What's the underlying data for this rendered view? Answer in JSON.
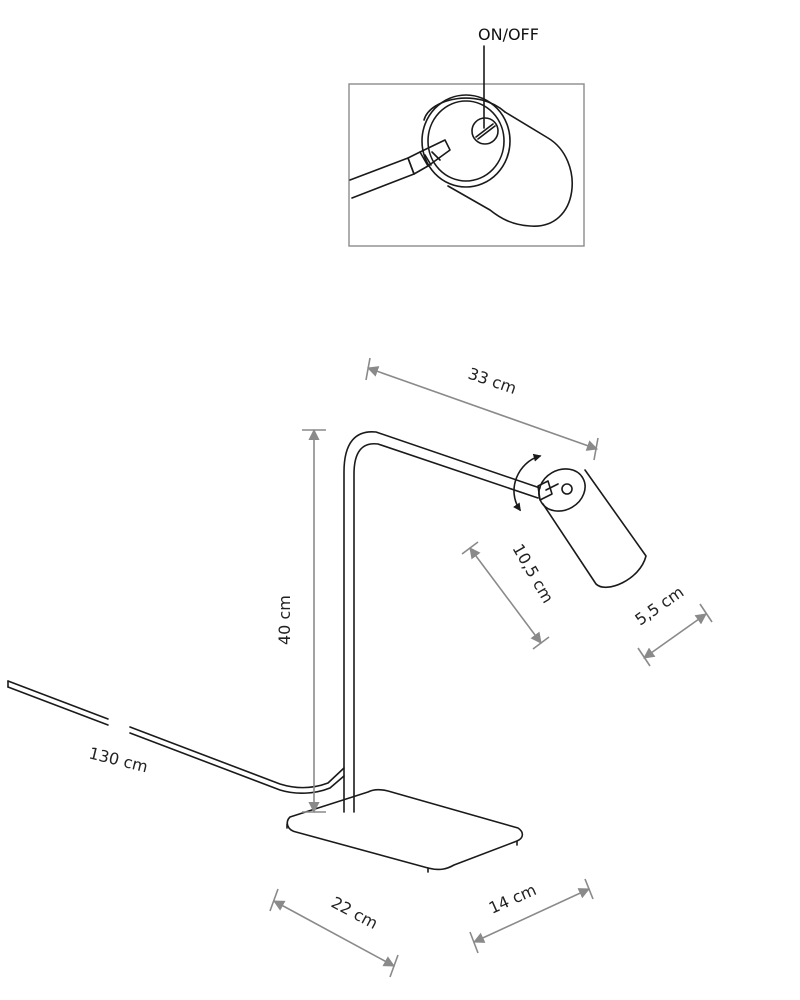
{
  "switch_detail": {
    "label": "ON/OFF"
  },
  "dimensions": {
    "arm_length": "33 cm",
    "height": "40 cm",
    "head_length": "10,5 cm",
    "head_diameter": "5,5 cm",
    "cable_length": "130 cm",
    "base_length": "22 cm",
    "base_width": "14 cm"
  },
  "colors": {
    "line": "#1a1a1a",
    "dimension": "#8a8a8a"
  },
  "icons": {
    "rotation": "rotation-arrow-icon",
    "screwdriver": "screwdriver-icon"
  }
}
